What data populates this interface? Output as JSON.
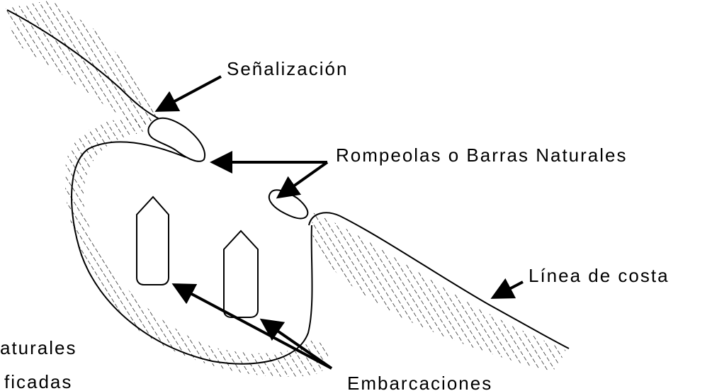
{
  "diagram": {
    "labels": {
      "signage": "Señalización",
      "breakwaters": "Rompeolas o Barras Naturales",
      "coastline": "Línea de costa",
      "vessels": "Embarcaciones",
      "natural_left_partial": "aturales",
      "modified_left_partial": "ficadas"
    },
    "colors": {
      "ink": "#000000",
      "background": "#ffffff"
    }
  }
}
